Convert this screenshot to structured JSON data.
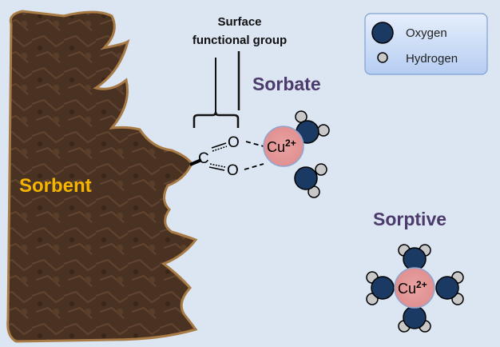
{
  "labels": {
    "surface_line1": "Surface",
    "surface_line2": "functional group",
    "sorbate": "Sorbate",
    "sorbent": "Sorbent",
    "sorptive": "Sorptive",
    "carbon": "C",
    "oxygen_atom": "O",
    "copper": "Cu",
    "charge": "2+"
  },
  "legend": {
    "items": [
      {
        "label": "Oxygen",
        "color": "#1b3a63"
      },
      {
        "label": "Hydrogen",
        "color": "#c8c8c8"
      }
    ]
  },
  "colors": {
    "background": "#dce6f2",
    "sorbent_fill": "#4a3222",
    "sorbent_border": "#a87a45",
    "sorbent_text": "#f5b400",
    "title_text": "#4b3a6b",
    "copper": "#e59a9a"
  }
}
